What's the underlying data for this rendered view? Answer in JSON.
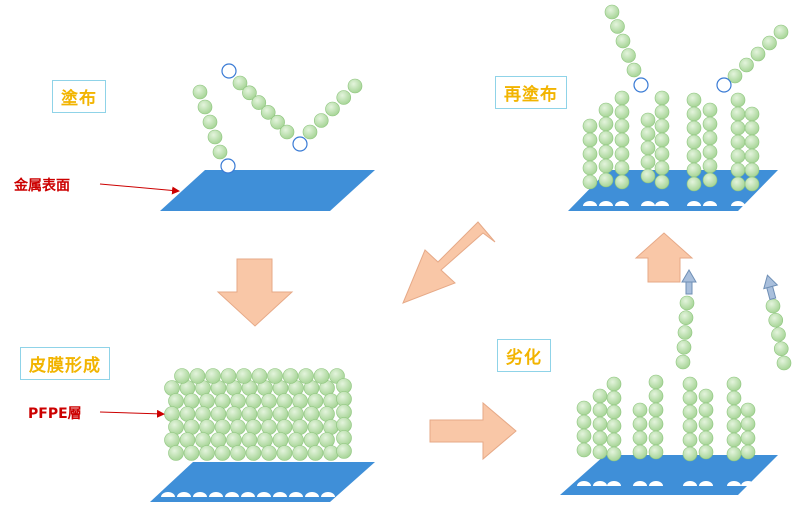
{
  "stages": {
    "coating": "塗布",
    "film_formation": "皮膜形成",
    "degradation": "劣化",
    "recoating": "再塗布"
  },
  "callouts": {
    "metal_surface": "金属表面",
    "pfpe_layer": "PFPE層"
  },
  "colors": {
    "bead_fill": "#b9e0ae",
    "bead_stroke": "#8cc47c",
    "surface": "#3f8fd8",
    "arrow": "#f9c7a7",
    "arrow_stroke": "#e6a987",
    "label_text": "#f2b400",
    "label_border": "#8fd3e8",
    "callout_text": "#cc0000",
    "end_group_stroke": "#3a7bd5",
    "release_arrow": "#a9bfdc"
  }
}
